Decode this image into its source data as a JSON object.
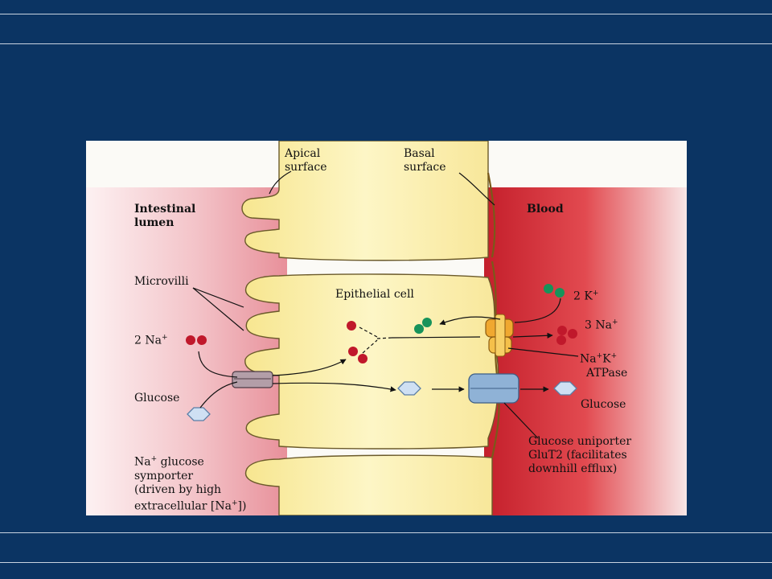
{
  "figure": {
    "labels": {
      "apical_surface": [
        "Apical",
        "surface"
      ],
      "basal_surface": [
        "Basal",
        "surface"
      ],
      "intestinal_lumen": [
        "Intestinal",
        "lumen"
      ],
      "blood": "Blood",
      "microvilli": "Microvilli",
      "epithelial_cell": "Epithelial cell",
      "na_lumen_count": "2 Na",
      "glucose_lumen": "Glucose",
      "symporter": [
        "Na",
        " glucose",
        "symporter",
        "(driven by high",
        "extracellular [Na",
        "])"
      ],
      "k_blood": "2 K",
      "na_blood": "3 Na",
      "atpase": [
        "Na",
        "K",
        "ATPase"
      ],
      "glucose_blood": "Glucose",
      "uniporter": [
        "Glucose uniporter",
        "GluT2 (facilitates",
        "downhill efflux)"
      ],
      "plus": "+"
    },
    "colors": {
      "background": "#0b3463",
      "lumen": "#f2b8bf",
      "blood": "#d9313a",
      "cytoplasm": "#fbf0a4",
      "sodium": "#c0182b",
      "potassium": "#17935a",
      "glucose": "#cfe0f3",
      "pump": "#f0a830",
      "uniporter_protein": "#8fb2d6"
    }
  }
}
